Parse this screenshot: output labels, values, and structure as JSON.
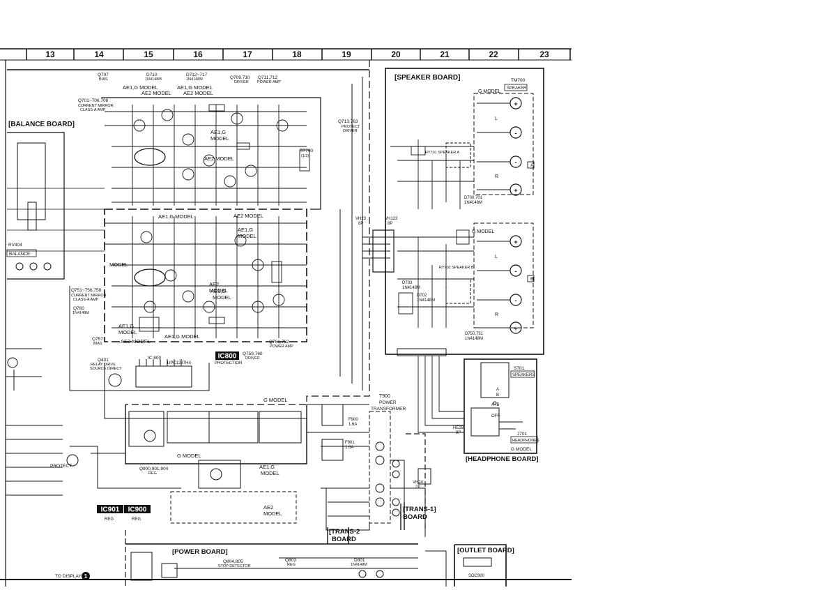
{
  "column_numbers": [
    "13",
    "14",
    "15",
    "16",
    "17",
    "18",
    "19",
    "20",
    "21",
    "22",
    "23"
  ],
  "boards": {
    "balance": "[BALANCE BOARD]",
    "speaker": "[SPEAKER BOARD]",
    "headphone": "[HEADPHONE BOARD]",
    "power": "[POWER BOARD]",
    "trans1_a": "[TRANS-1]",
    "trans1_b": "BOARD",
    "trans2_a": "[TRANS-2",
    "trans2_b": "BOARD",
    "outlet": "[OUTLET BOARD]"
  },
  "ic_labels": {
    "ic800": "IC800",
    "ic901": "IC901",
    "ic900": "IC900"
  },
  "transistor_labels": {
    "q707": "Q707",
    "q707_sub": "BIAS",
    "d710": "D710",
    "d710_sub": "1N4148M",
    "d712": "D712~717",
    "d712_sub": "1N4148M",
    "q709": "Q709,710",
    "q709_sub": "DRIVER",
    "q711": "Q711,712",
    "q711_sub": "POWER AMP",
    "q701": "Q701~706,708",
    "q701_sub1": "CURRENT MIRROR",
    "q701_sub2": "CLASS-A AMP",
    "q713": "Q713,763",
    "q713_sub1": "PROTECT",
    "q713_sub2": "DRIVER",
    "q751": "Q751~756,758",
    "q751_sub1": "CURRENT MIRROR",
    "q751_sub2": "CLASS-A AMP",
    "q760": "Q760",
    "q760_sub": "1N4148M",
    "q757": "Q757",
    "q757_sub": "BIAS",
    "q759": "Q759,760",
    "q759_sub": "DRIVER",
    "q761": "Q761,762",
    "q761_sub": "POWER AMP",
    "q401": "Q401",
    "q401_sub1": "RELAY DRIVE",
    "q401_sub2": "SOURCE DIRECT",
    "q900": "Q900,901,904",
    "q900_sub": "REG",
    "q804": "Q804,805",
    "q804_sub": "STOP DETECTOR",
    "q803": "Q803",
    "q803_sub": "REG",
    "d801": "D801",
    "d801_sub": "1N4148M",
    "d700": "D700,701",
    "d700_sub": "1N4148M",
    "d750": "D750,751",
    "d750_sub": "1N4148M",
    "d703": "D703",
    "d703_sub": "1N4148M",
    "d702": "D702",
    "d702_sub": "1N4148M"
  },
  "model_labels": {
    "ae1g": "AE1,G MODEL",
    "ae2": "AE2 MODEL",
    "g": "G MODEL",
    "ae1g_2line_a": "AE1,G",
    "ae1g_2line_b": "MODEL",
    "ae2_2line_a": "AE2",
    "ae2_2line_b": "MODEL",
    "model": "MODEL"
  },
  "ic800_block": {
    "name": "IC 800",
    "part": "UPC1237HA",
    "func": "PROTECTION"
  },
  "ic_reg": "REG",
  "speaker_board": {
    "tm700": "TM700",
    "speaker_tag": "SPEAKER",
    "a": "A",
    "b": "B",
    "plus": "+",
    "minus": "-",
    "ch_l": "L",
    "ch_r": "R",
    "rly_a": "RY701 SPEAKER A",
    "rly_b": "RY702 SPEAKER B",
    "vh23": "VH23",
    "vh23_sub": "8P",
    "vh123": "VH123",
    "vh123_sub": "8P"
  },
  "headphone_board": {
    "s701": "S701",
    "speakers": "SPEAKERS",
    "a": "A",
    "b": "B",
    "ab": "A+B",
    "off": "OFF",
    "j701": "J701",
    "headphones": "HEADPHONES",
    "g_model": "G MODEL"
  },
  "transformer": {
    "name": "T900",
    "l1": "POWER",
    "l2": "TRANSFORMER"
  },
  "misc": {
    "protect": "PROTECT",
    "to_display": "TO DISPLAY",
    "display_num": "1",
    "rv404": "RV404",
    "balance_tag": "BALANCE",
    "soc900": "SOC900",
    "vh24": "VH24",
    "vh24_sub": "2P",
    "tp700": "TP700",
    "tp700_sub": "(1/2)",
    "ph_jack": "HE28",
    "ph_jack_sub": "8P",
    "f900": "F900",
    "f900_val": "1.6A",
    "f901": "F901",
    "f901_val": "1.6A"
  }
}
